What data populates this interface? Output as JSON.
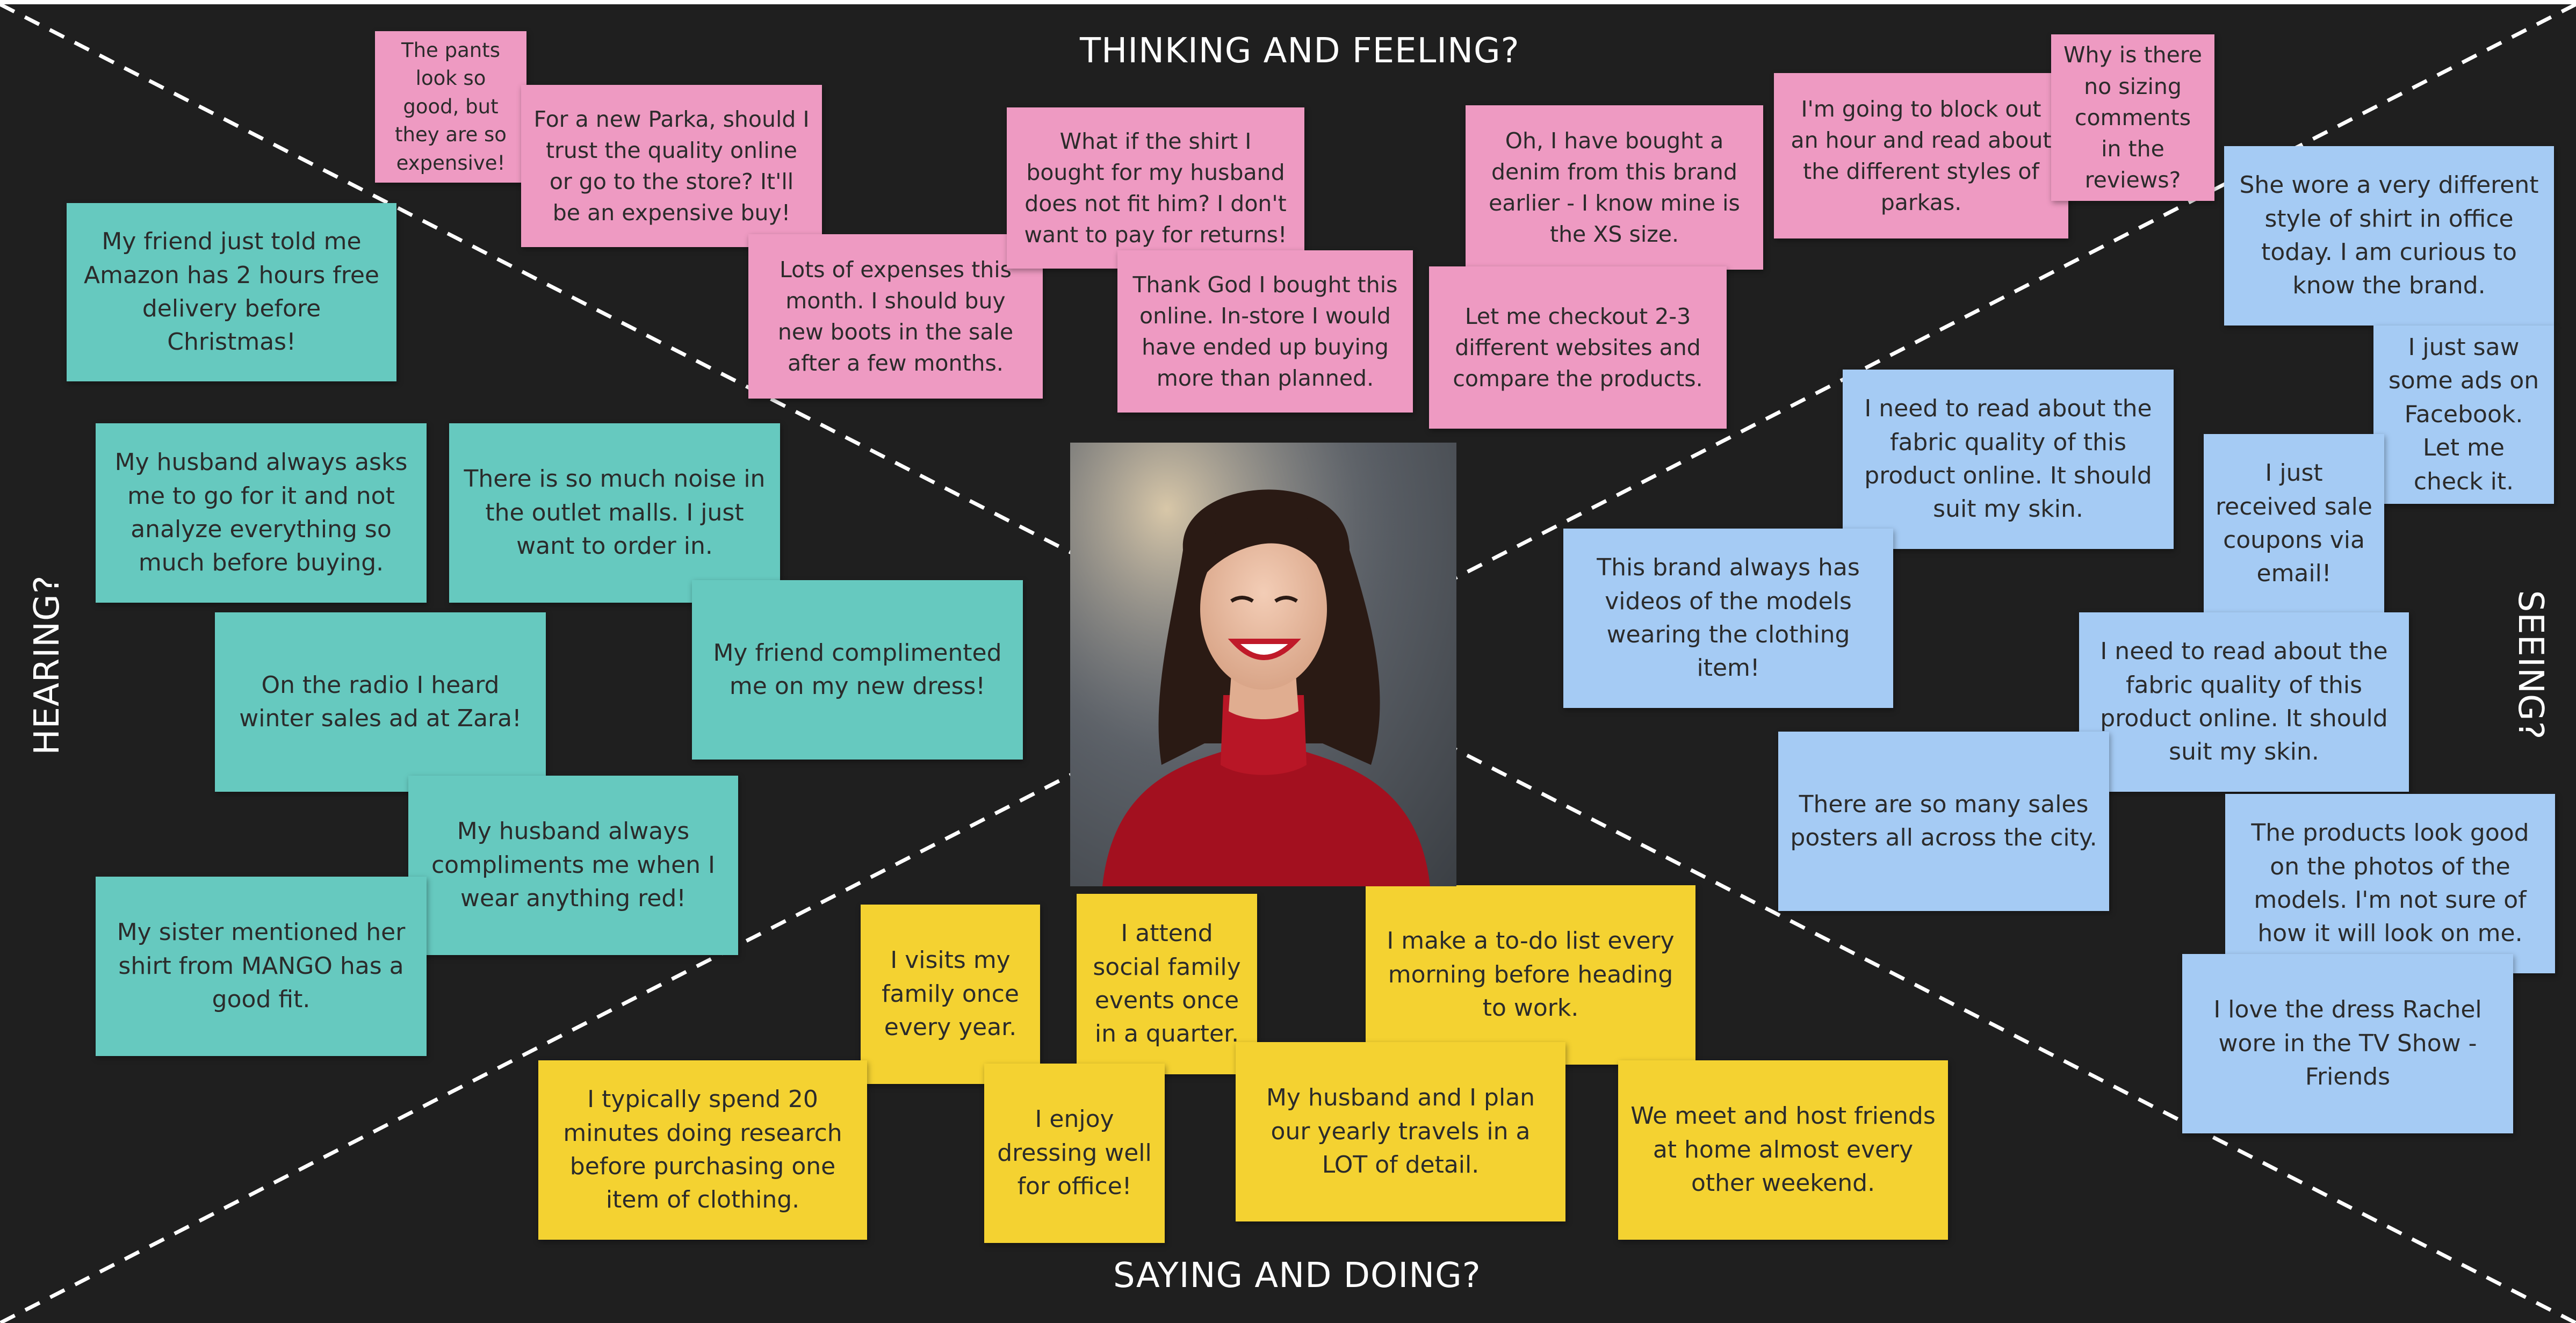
{
  "sections": {
    "top": "THINKING AND FEELING?",
    "bottom": "SAYING AND DOING?",
    "left": "HEARING?",
    "right": "SEEING?"
  },
  "colors": {
    "board": "#1f1f1f",
    "thinking_notes": "#ee9ac2",
    "hearing_notes": "#66c9bf",
    "seeing_notes": "#a5cbf4",
    "saying_notes": "#f4d231"
  },
  "center_image": "smiling woman in red sweater",
  "notes": {
    "thinking": [
      "The pants look so good, but they are so expensive!",
      "For a new Parka, should I trust the quality online or go to the store? It'll be an expensive buy!",
      "Lots of expenses this month. I should buy new boots in the sale after a few months.",
      "What if the shirt I bought for my husband does not fit him? I don't want to pay for returns!",
      "Thank God I bought this online. In-store I would have ended up buying more than planned.",
      "Oh, I have bought a denim from this brand earlier - I know mine is the XS size.",
      "Let me checkout 2-3 different websites and compare the products.",
      "I'm going to block out an hour and read about the different styles of parkas.",
      "Why is there no sizing comments in the reviews?"
    ],
    "hearing": [
      "My friend just told me Amazon has 2 hours free delivery before Christmas!",
      "My husband always asks me to go for it and not analyze everything so much before buying.",
      "There is so much noise in the outlet malls. I just want to order in.",
      "On the radio I heard winter sales ad at Zara!",
      "My friend complimented me on my new dress!",
      "My husband always compliments me when I wear anything red!",
      "My sister mentioned her shirt from MANGO has a good fit."
    ],
    "seeing": [
      "She wore a very different style of shirt in office today. I am curious to know the brand.",
      "I just saw some ads on Facebook. Let me check it.",
      "I need to read about the fabric quality of this product online. It should suit my skin.",
      "I just received sale coupons via email!",
      "This brand always has videos of the models wearing the clothing item!",
      "I need to read about the fabric quality of this product online. It should suit my skin.",
      "There are so many sales posters all across the city.",
      "The products look good on the photos of the models. I'm not sure of how it will look on me.",
      "I love the dress Rachel wore in the TV Show - Friends"
    ],
    "saying": [
      "I visits my family once every year.",
      "I attend social family events once in a quarter.",
      "I make a to-do list every morning before heading to work.",
      "I typically spend 20 minutes doing research before purchasing one item of clothing.",
      "I enjoy dressing well for office!",
      "My husband and I plan our yearly travels in a LOT of detail.",
      "We meet and host friends at home almost every other weekend."
    ]
  }
}
